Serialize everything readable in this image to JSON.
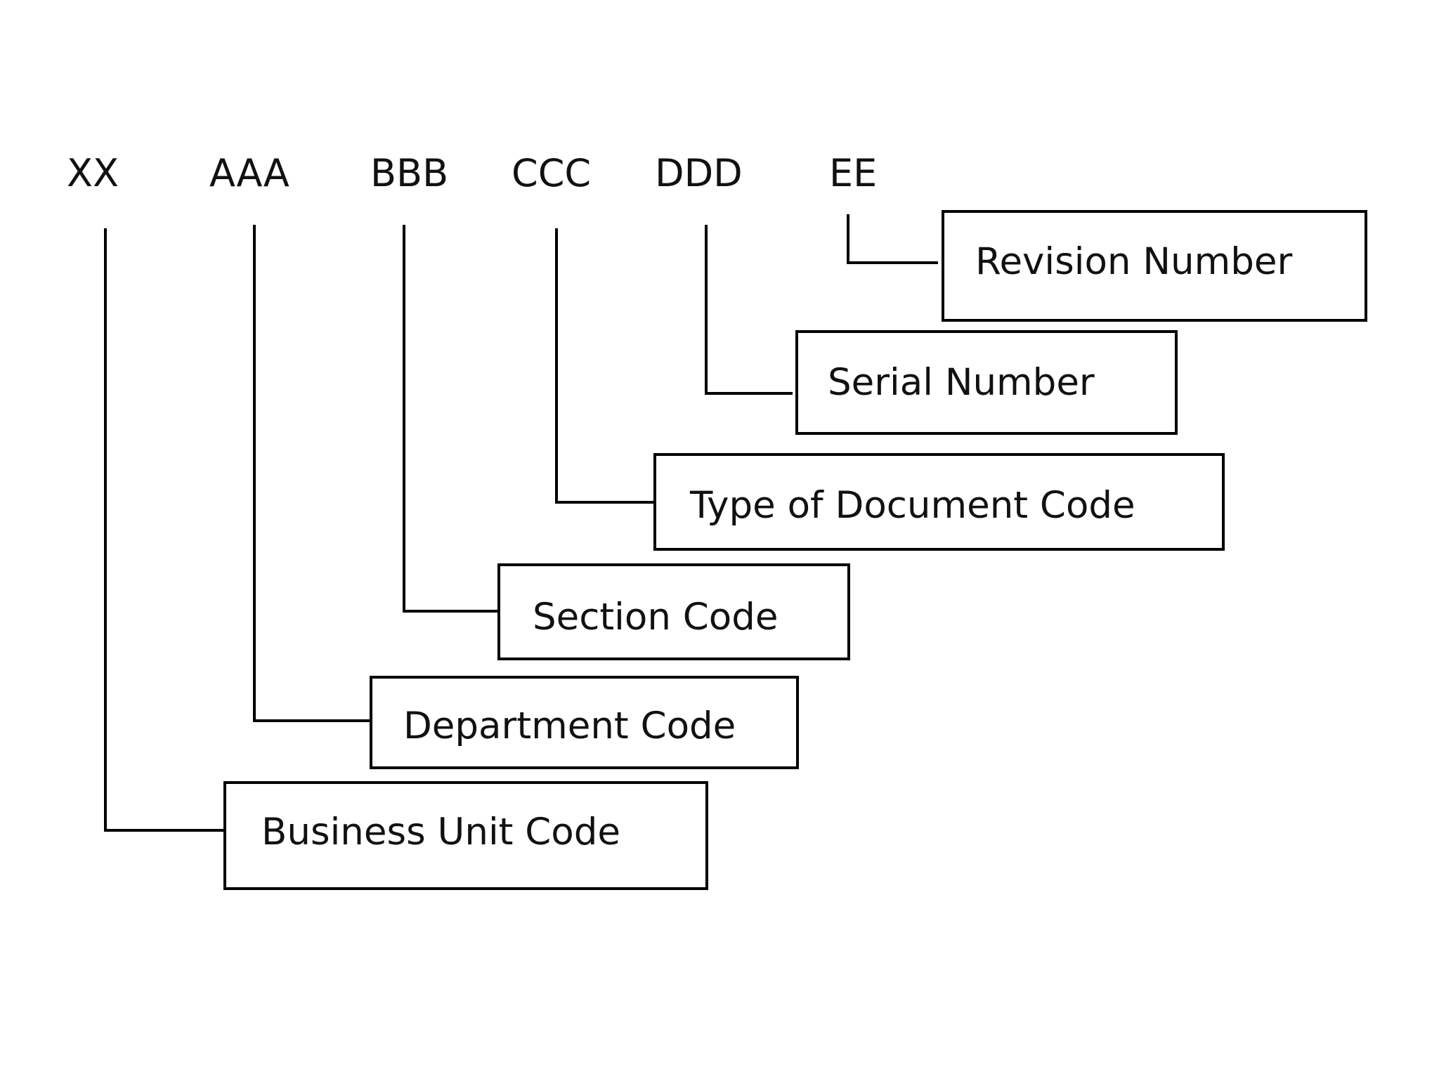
{
  "code_segments": [
    {
      "code": "XX",
      "description": "Business Unit Code"
    },
    {
      "code": "AAA",
      "description": "Department Code"
    },
    {
      "code": "BBB",
      "description": "Section Code"
    },
    {
      "code": "CCC",
      "description": "Type of Document Code"
    },
    {
      "code": "DDD",
      "description": "Serial Number"
    },
    {
      "code": "EE",
      "description": "Revision Number"
    }
  ]
}
